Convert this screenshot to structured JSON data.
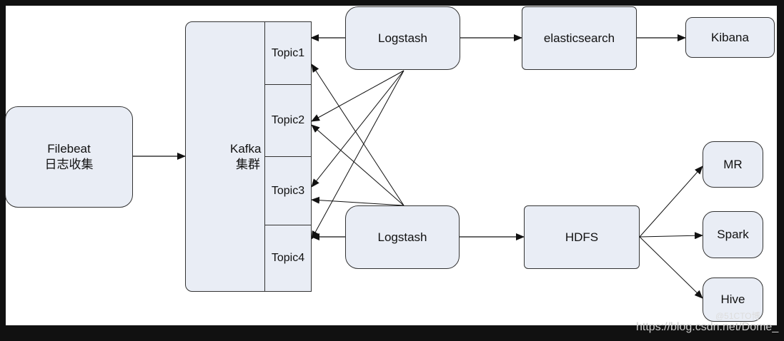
{
  "nodes": {
    "filebeat": {
      "line1": "Filebeat",
      "line2": "日志收集"
    },
    "kafka": {
      "line1": "Kafka",
      "line2": "集群"
    },
    "topics": [
      "Topic1",
      "Topic2",
      "Topic3",
      "Topic4"
    ],
    "logstash_top": "Logstash",
    "logstash_bottom": "Logstash",
    "elasticsearch": "elasticsearch",
    "kibana": "Kibana",
    "hdfs": "HDFS",
    "mr": "MR",
    "spark": "Spark",
    "hive": "Hive"
  },
  "watermark": {
    "small": "@51CTO博",
    "url": "https://blog.csdn.net/Dome_"
  },
  "colors": {
    "node_fill": "#e9edf5",
    "stroke": "#333333",
    "background": "#111111"
  }
}
